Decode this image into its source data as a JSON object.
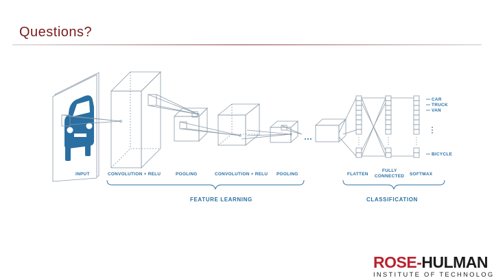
{
  "slide": {
    "title": "Questions?"
  },
  "diagram": {
    "stage_labels": {
      "input": "INPUT",
      "conv1": "CONVOLUTION + RELU",
      "pool1": "POOLING",
      "conv2": "CONVOLUTION + RELU",
      "pool2": "POOLING",
      "flatten": "FLATTEN",
      "fully_connected_line1": "FULLY",
      "fully_connected_line2": "CONNECTED",
      "softmax": "SOFTMAX"
    },
    "group_labels": {
      "feature_learning": "FEATURE LEARNING",
      "classification": "CLASSIFICATION"
    },
    "output_classes": [
      "CAR",
      "TRUCK",
      "VAN",
      "BICYCLE"
    ],
    "colors": {
      "line": "#8a9aa8",
      "accent": "#2a6fa1",
      "car": "#2a6fa1"
    }
  },
  "logo": {
    "word1": "ROSE",
    "word2": "HULMAN",
    "subtitle": "INSTITUTE OF TECHNOLOGY"
  }
}
